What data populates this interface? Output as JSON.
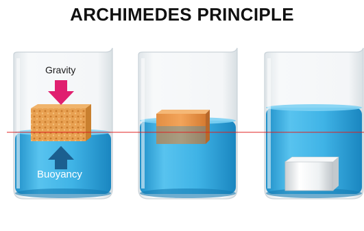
{
  "title": "ARCHIMEDES PRINCIPLE",
  "labels": {
    "gravity": "Gravity",
    "buoyancy": "Buoyancy"
  },
  "colors": {
    "water": "#3fb3e6",
    "water_dark": "#1f8fc8",
    "glass": "#e9eef1",
    "gravity_arrow": "#e0206f",
    "buoyancy_arrow": "#1b5f8f",
    "reference_line": "#e02020",
    "sponge": "#e59a4a",
    "wood": "#d9823a",
    "metal": "#e6e6e6"
  },
  "objects": [
    {
      "name": "sponge-block",
      "state": "floating high"
    },
    {
      "name": "wood-block",
      "state": "floating half submerged"
    },
    {
      "name": "metal-block",
      "state": "sunk to bottom"
    }
  ]
}
